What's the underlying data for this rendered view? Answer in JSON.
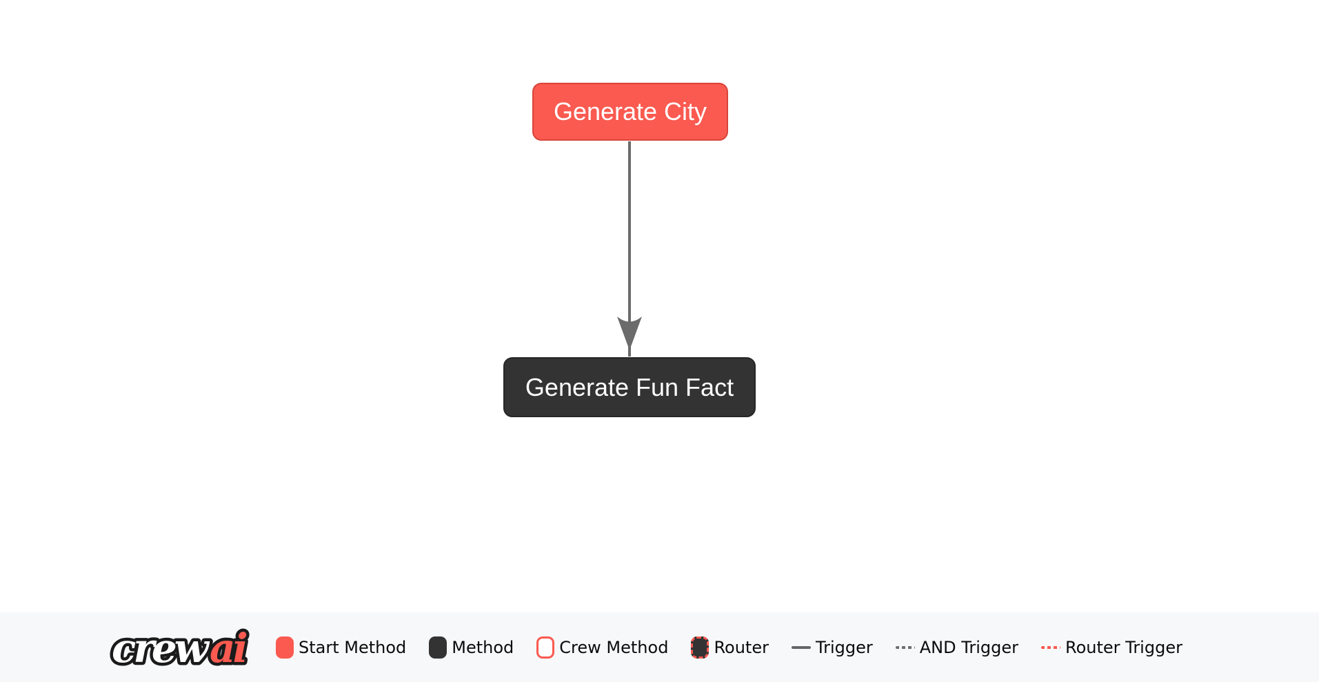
{
  "diagram": {
    "nodes": [
      {
        "id": "generate_city",
        "label": "Generate City",
        "type": "start-method",
        "fill": "#FA5A50",
        "border": "#D9443A",
        "text_color": "#ffffff"
      },
      {
        "id": "generate_fun_fact",
        "label": "Generate Fun Fact",
        "type": "method",
        "fill": "#333333",
        "border": "#262626",
        "text_color": "#ffffff"
      }
    ],
    "edges": [
      {
        "from": "generate_city",
        "to": "generate_fun_fact",
        "type": "trigger",
        "color": "#666666",
        "arrow": "down"
      }
    ]
  },
  "legend": {
    "logo": {
      "word_crew": "crew",
      "word_ai": "ai",
      "ai_color": "#FA5A50",
      "outline_color": "#1b1b1b"
    },
    "items": [
      {
        "label": "Start Method",
        "swatch": "start-method-swatch",
        "color": "#FA5A50"
      },
      {
        "label": "Method",
        "swatch": "method-swatch",
        "color": "#333333"
      },
      {
        "label": "Crew Method",
        "swatch": "crew-method-swatch",
        "color": "#FA5A50"
      },
      {
        "label": "Router",
        "swatch": "router-swatch",
        "color": "#333333"
      },
      {
        "label": "Trigger",
        "swatch": "trigger-line-swatch",
        "color": "#666666"
      },
      {
        "label": "AND Trigger",
        "swatch": "and-trigger-line-swatch",
        "color": "#6e6e6e"
      },
      {
        "label": "Router Trigger",
        "swatch": "router-trigger-line-swatch",
        "color": "#FA5A50"
      }
    ],
    "background": "#F7F8FA"
  },
  "colors": {
    "canvas_background": "#ffffff",
    "start_method": "#FA5A50",
    "method": "#333333",
    "trigger_line": "#666666"
  }
}
